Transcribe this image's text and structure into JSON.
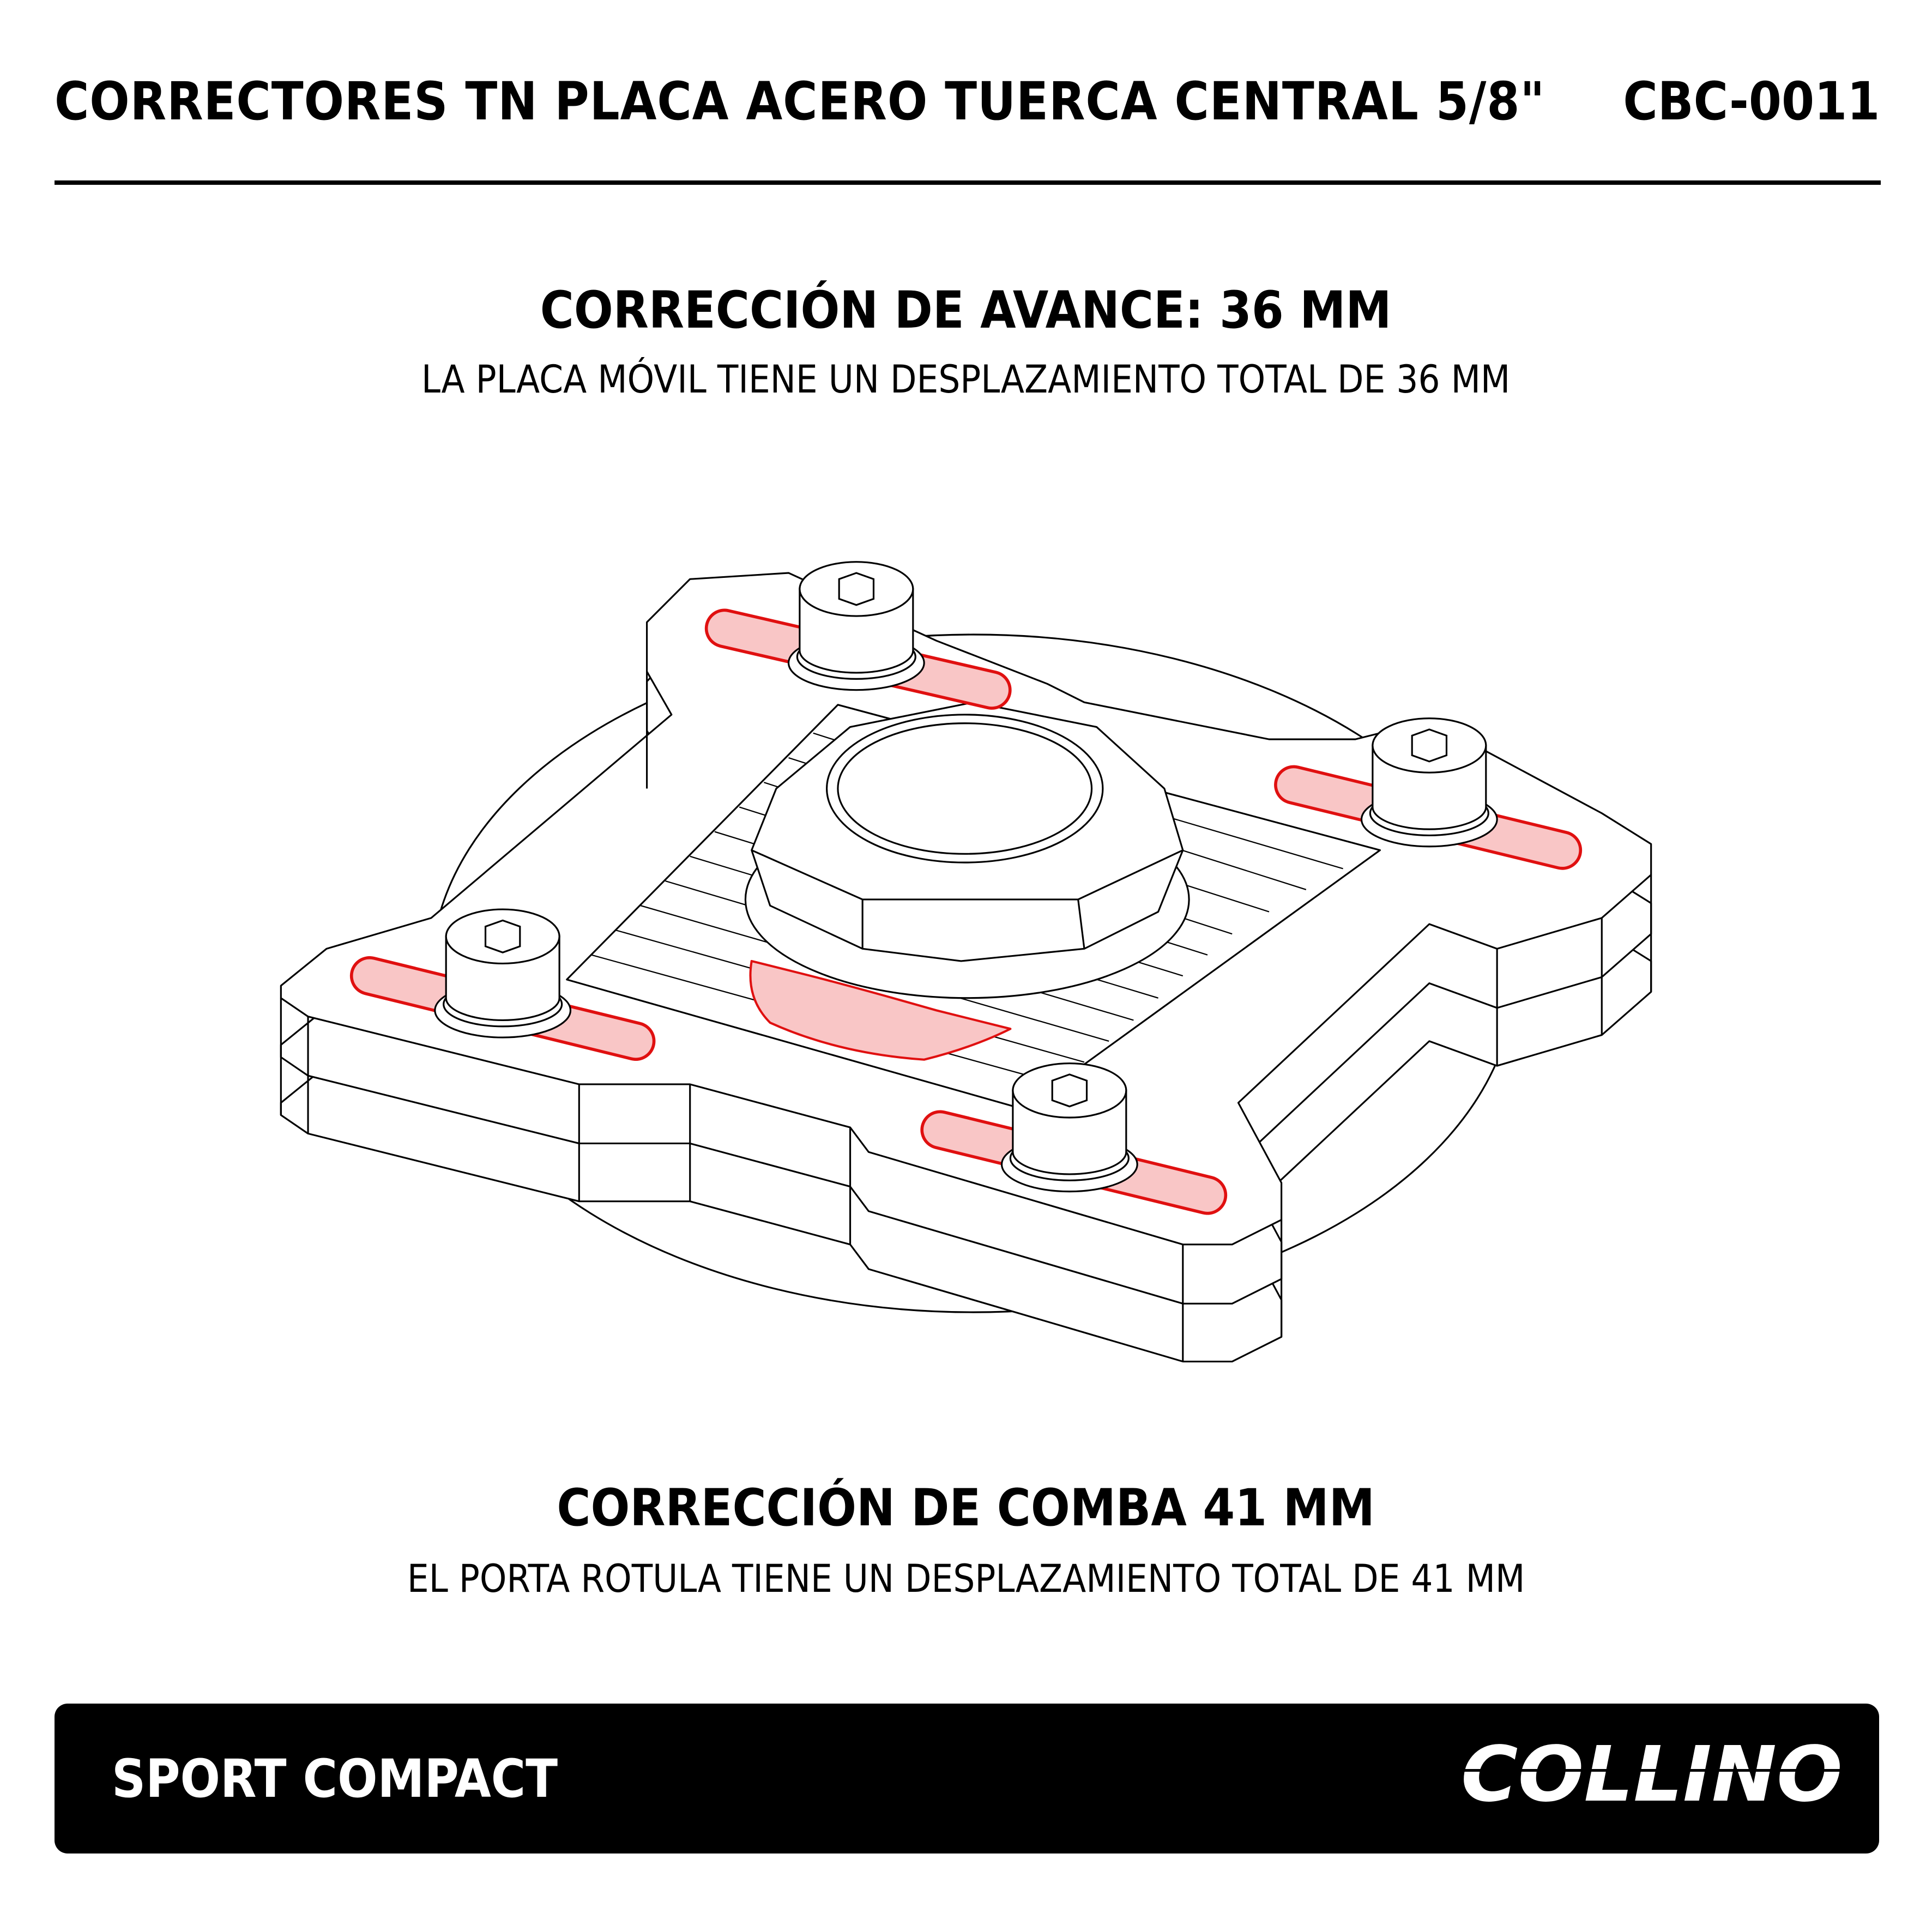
{
  "header": {
    "title": "CORRECTORES TN PLACA ACERO TUERCA CENTRAL 5/8\"",
    "code": "CBC-0011"
  },
  "section_caster": {
    "heading": "CORRECCIÓN DE AVANCE: 36 MM",
    "description": "LA PLACA MÓVIL TIENE UN DESPLAZAMIENTO TOTAL DE 36 MM"
  },
  "section_camber": {
    "heading": "CORRECCIÓN DE COMBA 41 MM",
    "description": "EL PORTA ROTULA TIENE UN DESPLAZAMIENTO TOTAL DE 41 MM"
  },
  "footer": {
    "label": "SPORT COMPACT",
    "brand": "COLLINO"
  },
  "colors": {
    "slot_outline": "#e01010",
    "slot_fill": "#f9c6c6",
    "footer_bg": "#000000"
  }
}
